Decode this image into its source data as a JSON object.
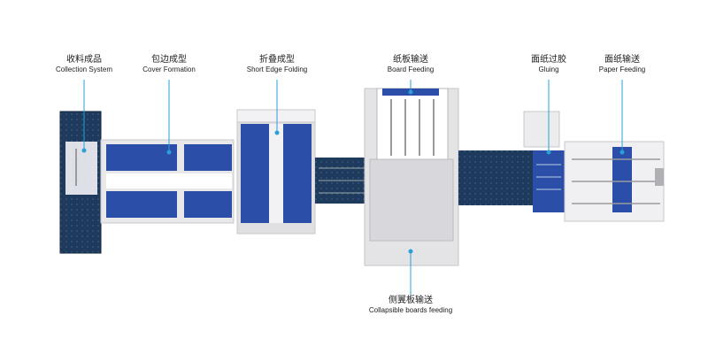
{
  "labels": {
    "collection": {
      "zh": "收料成品",
      "en": "Collection System"
    },
    "cover_formation": {
      "zh": "包边成型",
      "en": "Cover Formation"
    },
    "short_edge": {
      "zh": "折叠成型",
      "en": "Short Edge Folding"
    },
    "board_feeding": {
      "zh": "纸板输送",
      "en": "Board Feeding"
    },
    "gluing": {
      "zh": "面纸过胶",
      "en": "Gluing"
    },
    "paper_feeding": {
      "zh": "面纸输送",
      "en": "Paper Feeding"
    },
    "collapsible": {
      "zh": "侧翼板输送",
      "en": "Collapsible boards feeding"
    }
  },
  "colors": {
    "blue": "#2b4fa8",
    "navy": "#1e3a5c",
    "frame": "#e8e8ea",
    "frame_edge": "#c8c8cc",
    "pointer": "#2a9fd8"
  }
}
